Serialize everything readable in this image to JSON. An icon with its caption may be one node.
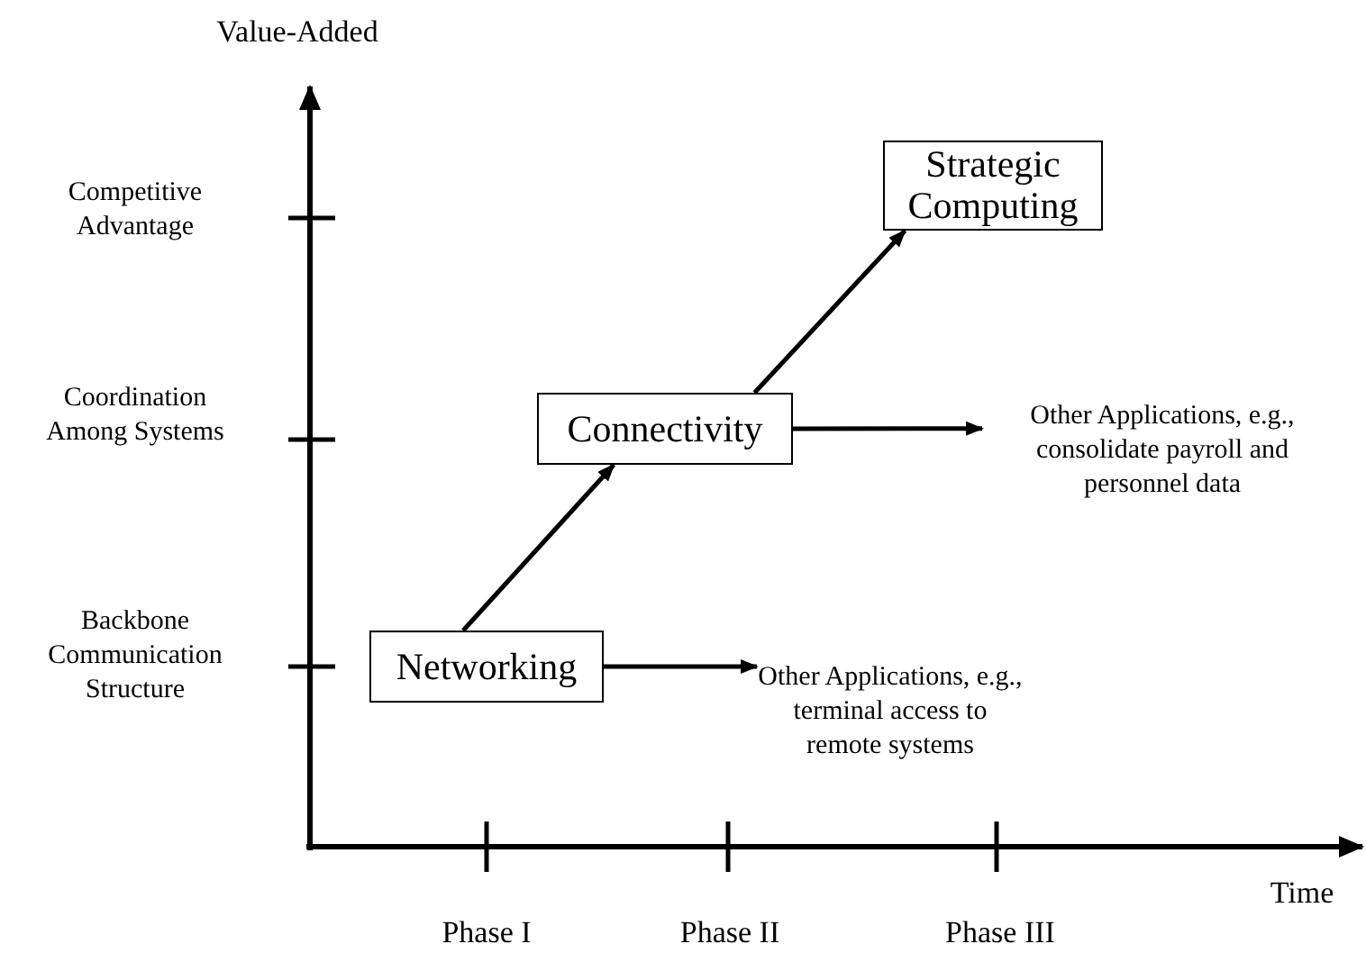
{
  "diagram": {
    "nodes": [
      {
        "text": [
          "Networking"
        ]
      },
      {
        "text": [
          "Connectivity"
        ]
      },
      {
        "text": [
          "Strategic Computing"
        ]
      },
      {
        "text": [
          "Other Applications, e.g., terminal access to remote systems"
        ]
      },
      {
        "text": [
          "Other Applications, e.g., consolidate payroll and personnel data"
        ]
      }
    ],
    "edges": [
      {
        "from": 0,
        "to": 1,
        "arrow": "to"
      },
      {
        "from": 0,
        "to": 3,
        "arrow": "to"
      },
      {
        "from": 1,
        "to": 2,
        "arrow": "to"
      },
      {
        "from": 1,
        "to": 4,
        "arrow": "to"
      }
    ],
    "labels": [
      "Value-Added",
      "Competitive Advantage",
      "Coordination Among Systems",
      "Backbone Communication Structure",
      "Time",
      "Phase I",
      "Phase II",
      "Phase III"
    ]
  }
}
